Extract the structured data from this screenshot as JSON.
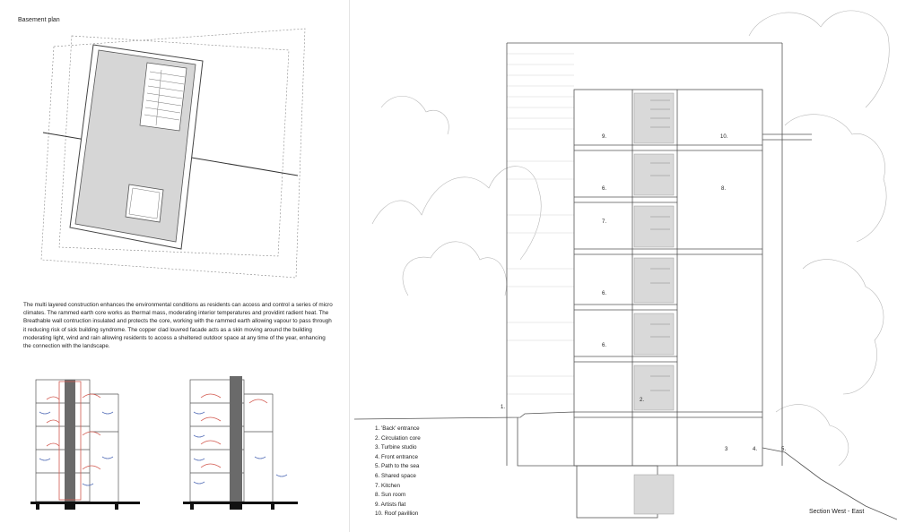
{
  "plan": {
    "title": "Basement plan"
  },
  "description": "The multi layered construction enhances the environmental conditions as residents can access and control a series of micro climates. The rammed earth core works as thermal mass, moderating interior temperatures and providint radient heat. The Breathable wall contruction insulated and protects the core, working with the rammed earth allowing vapour to pass through it reducing risk of sick building syndrome. The copper clad louvred facade acts as a skin moving around the building moderating light, wind and rain allowing residents to access a sheltered outdoor space at any time of the year, enhancing the connection with the landscape.",
  "legend": [
    "1. 'Back' entrance",
    "2. Circulation core",
    "3. Turbine studio",
    "4. Front entrance",
    "5. Path to the sea",
    "6. Shared space",
    "7. Kitchen",
    "8. Sun room",
    "9. Artists flat",
    "10. Roof pavillion"
  ],
  "section": {
    "title": "Section West - East",
    "labels": {
      "artists_flat": "9.",
      "roof_pavillion": "10.",
      "shared_upper": "6.",
      "sun_room": "8.",
      "kitchen": "7.",
      "shared_mid": "6.",
      "shared_low": "6.",
      "circulation": "2.",
      "back_entrance": "1.",
      "turbine": "3",
      "front_entrance": "4.",
      "path": "5."
    }
  },
  "colors": {
    "line": "#555555",
    "fill": "#d9d9d9",
    "core": "#6a6a6a",
    "airflow_warm": "#d2584e",
    "airflow_cool": "#5670b8"
  }
}
